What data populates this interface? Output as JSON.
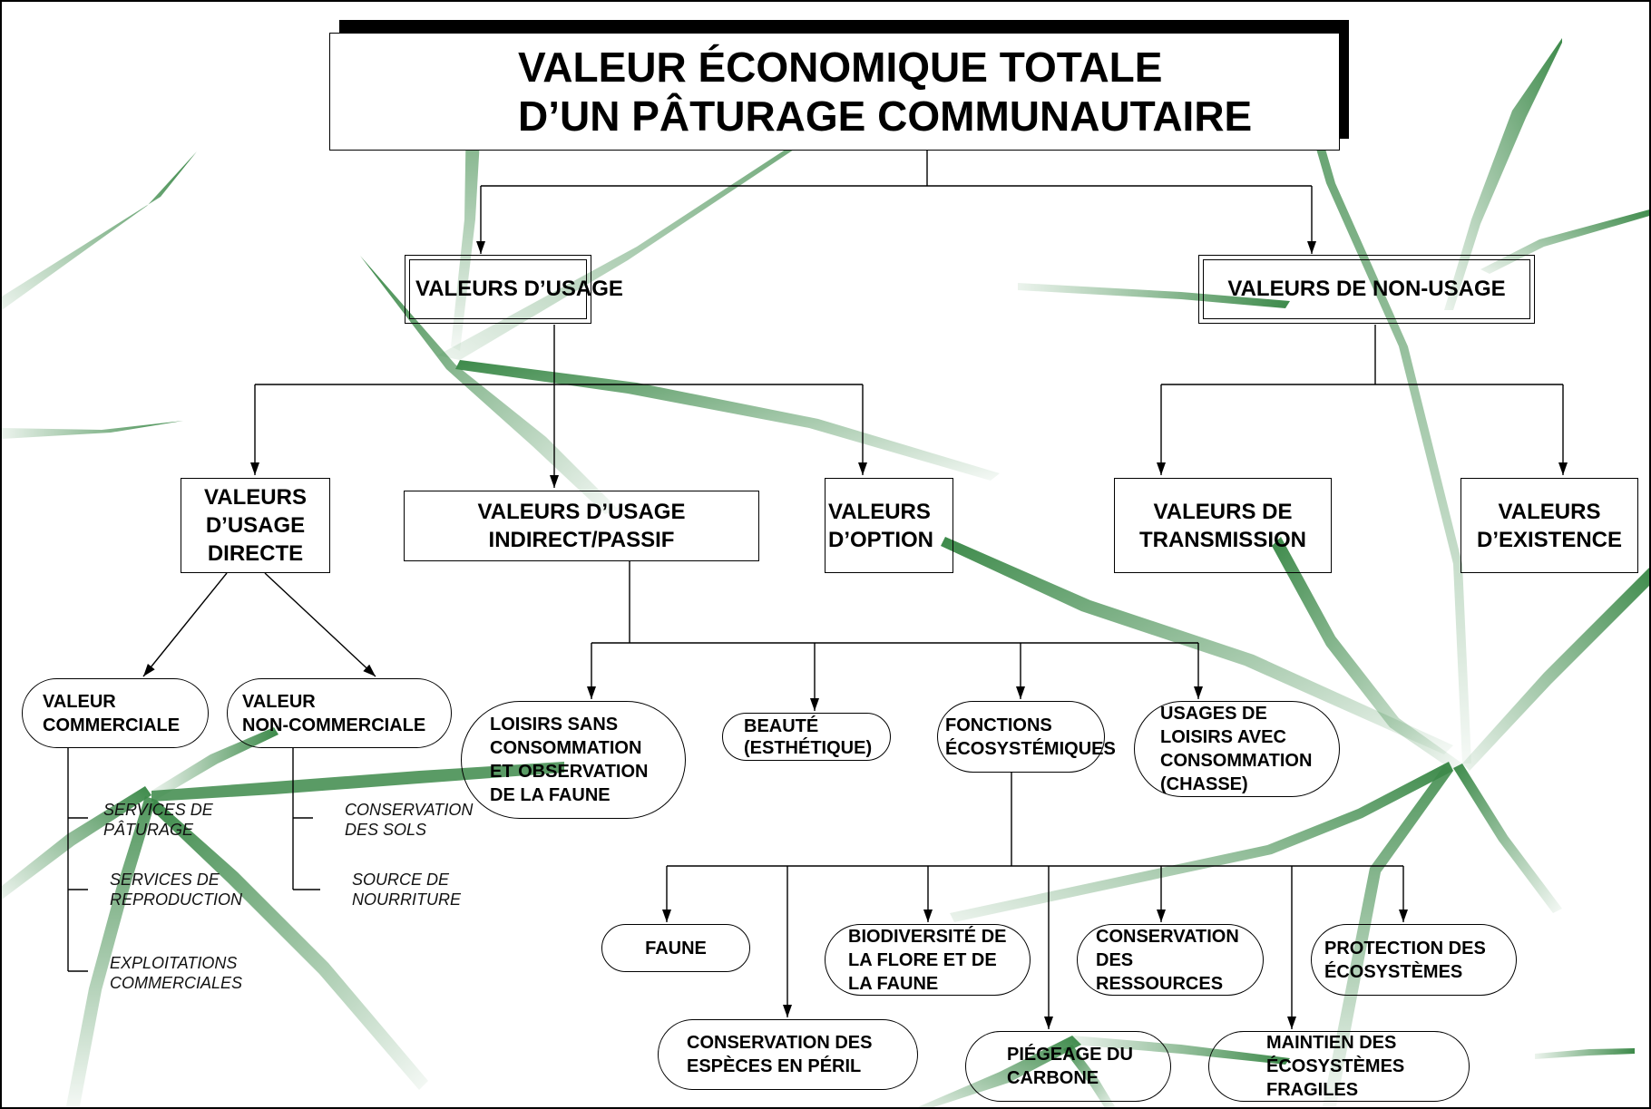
{
  "title": {
    "line1": "VALEUR ÉCONOMIQUE TOTALE",
    "line2": "D’UN PÂTURAGE COMMUNAUTAIRE"
  },
  "nodes": {
    "use": "VALEURS D’USAGE",
    "nonuse": "VALEURS DE NON-USAGE",
    "direct": [
      "VALEURS",
      "D’USAGE",
      "DIRECTE"
    ],
    "indirect": [
      "VALEURS D’USAGE",
      "INDIRECT/PASSIF"
    ],
    "option": [
      "VALEURS",
      "D’OPTION"
    ],
    "bequest": [
      "VALEURS DE",
      "TRANSMISSION"
    ],
    "existence": [
      "VALEURS",
      "D’EXISTENCE"
    ],
    "commercial": [
      "VALEUR",
      "COMMERCIALE"
    ],
    "noncommercial": [
      "VALEUR",
      "NON-COMMERCIALE"
    ],
    "leisure_noncons": [
      "LOISIRS SANS",
      "CONSOMMATION",
      "ET OBSERVATION",
      "DE LA FAUNE"
    ],
    "beauty": [
      "BEAUTÉ",
      "(ESTHÉTIQUE)"
    ],
    "ecofunctions": [
      "FONCTIONS",
      "ÉCOSYSTÉMIQUES"
    ],
    "leisure_cons": [
      "USAGES DE",
      "LOISIRS AVEC",
      "CONSOMMATION",
      "(CHASSE)"
    ],
    "fauna": "FAUNE",
    "endangered": [
      "CONSERVATION DES",
      "ESPÈCES EN PÉRIL"
    ],
    "biodiversity": [
      "BIODIVERSITÉ DE",
      "LA FLORE ET DE",
      "LA FAUNE"
    ],
    "carbon": [
      "PIÉGEAGE DU",
      "CARBONE"
    ],
    "resources": [
      "CONSERVATION",
      "DES",
      "RESSOURCES"
    ],
    "fragile": [
      "MAINTIEN DES",
      "ÉCOSYSTÈMES",
      "FRAGILES"
    ],
    "protection": [
      "PROTECTION DES",
      "ÉCOSYSTÈMES"
    ]
  },
  "sub_items": {
    "grazing": [
      "SERVICES DE",
      "PÂTURAGE"
    ],
    "reproduction": [
      "SERVICES DE",
      "REPRODUCTION"
    ],
    "commercial_ops": [
      "EXPLOITATIONS",
      "COMMERCIALES"
    ],
    "soil": [
      "CONSERVATION",
      "DES SOLS"
    ],
    "food": [
      "SOURCE DE",
      "NOURRITURE"
    ]
  },
  "colors": {
    "grass_dark": "#3d8a4a",
    "grass_light": "#bcdcc0",
    "line": "#000000"
  }
}
